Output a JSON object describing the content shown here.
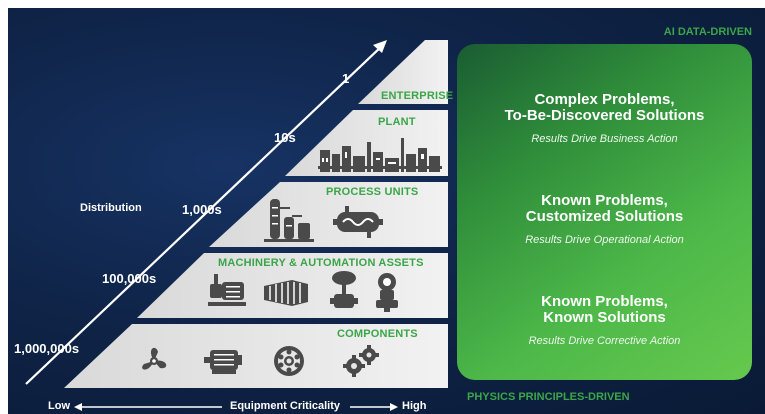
{
  "pyramid": {
    "tiers": [
      {
        "label": "ENTERPRISE",
        "count": "1"
      },
      {
        "label": "PLANT",
        "count": "10s"
      },
      {
        "label": "PROCESS UNITS",
        "count": "1,000s"
      },
      {
        "label": "MACHINERY & AUTOMATION ASSETS",
        "count": "100,000s"
      },
      {
        "label": "COMPONENTS",
        "count": "1,000,000s"
      }
    ],
    "distribution_label": "Distribution",
    "axis": {
      "low": "Low",
      "title": "Equipment Criticality",
      "high": "High"
    },
    "icons": {
      "plant": "refinery-plant-icon",
      "process_units": [
        "distillation-column-icon",
        "heat-exchanger-icon"
      ],
      "machinery": [
        "pump-icon",
        "turbine-icon",
        "valve-icon",
        "transmitter-icon"
      ],
      "components": [
        "fan-icon",
        "motor-icon",
        "bearing-icon",
        "gears-icon"
      ]
    }
  },
  "right_panel": {
    "top_label": "AI DATA-DRIVEN",
    "bottom_label": "PHYSICS PRINCIPLES-DRIVEN",
    "blocks": [
      {
        "heading_1": "Complex Problems,",
        "heading_2": "To-Be-Discovered Solutions",
        "sub": "Results Drive Business Action"
      },
      {
        "heading_1": "Known Problems,",
        "heading_2": "Customized Solutions",
        "sub": "Results Drive Operational Action"
      },
      {
        "heading_1": "Known Problems,",
        "heading_2": "Known Solutions",
        "sub": "Results Drive Corrective Action"
      }
    ]
  },
  "colors": {
    "background": "#0e1f3d",
    "accent_green": "#3aa648",
    "tier_fill": "#e6e6e6"
  }
}
